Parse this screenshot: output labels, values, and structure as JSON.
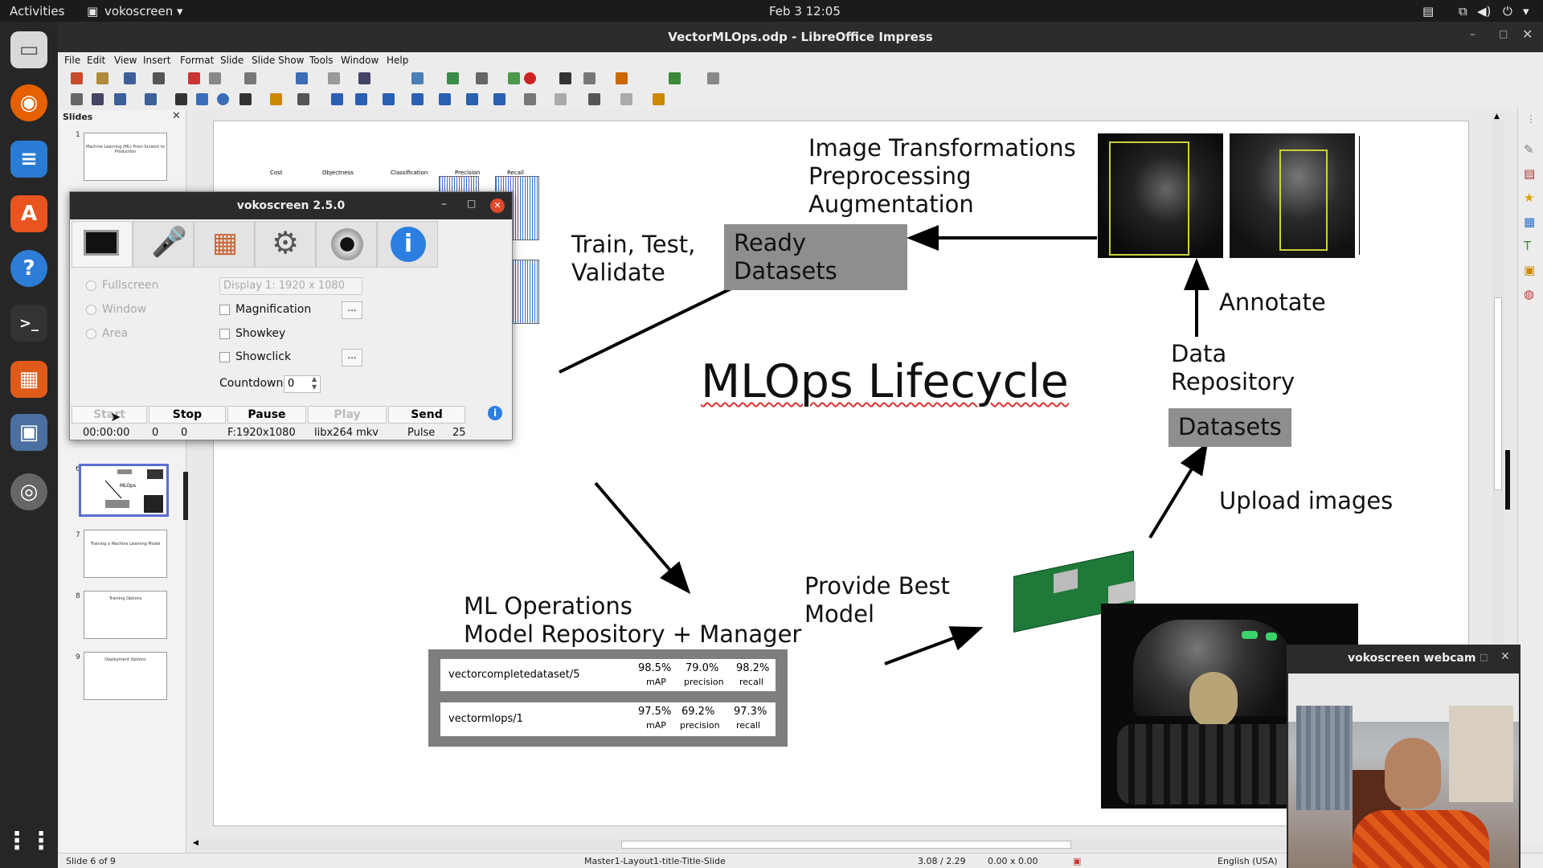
{
  "topbar": {
    "activities": "Activities",
    "app": "vokoscreen ▾",
    "clock": "Feb 3  12:05"
  },
  "window": {
    "title": "VectorMLOps.odp - LibreOffice Impress"
  },
  "menu": [
    "File",
    "Edit",
    "View",
    "Insert",
    "Format",
    "Slide",
    "Slide Show",
    "Tools",
    "Window",
    "Help"
  ],
  "slides_panel": {
    "title": "Slides",
    "thumbs": [
      {
        "num": "1",
        "text": "Machine Learning (ML) From Scratch to Production"
      },
      {
        "num": "6",
        "text": ""
      },
      {
        "num": "7",
        "text": "Training a Machine Learning Model"
      },
      {
        "num": "8",
        "text": "Training Options"
      },
      {
        "num": "9",
        "text": "Deployment Options"
      }
    ]
  },
  "slide": {
    "title": "MLOps Lifecycle",
    "transforms": [
      "Image Transformations",
      "Preprocessing",
      "Augmentation"
    ],
    "train": [
      "Train, Test,",
      "Validate"
    ],
    "ready": [
      "Ready",
      "Datasets"
    ],
    "annotate": "Annotate",
    "data_repo": [
      "Data",
      "Repository"
    ],
    "datasets": "Datasets",
    "upload": "Upload images",
    "provide": [
      "Provide Best",
      "Model"
    ],
    "mlops": [
      "ML Operations",
      "Model Repository + Manager"
    ],
    "mini_chart_titles": [
      "Cost",
      "Objectness",
      "Classification",
      "Precision",
      "Recall"
    ],
    "models": [
      {
        "name": "vectorcompletedataset/5",
        "map": "98.5%",
        "precision": "79.0%",
        "recall": "98.2%"
      },
      {
        "name": "vectormlops/1",
        "map": "97.5%",
        "precision": "69.2%",
        "recall": "97.3%"
      }
    ],
    "metric_labels": {
      "map": "mAP",
      "precision": "precision",
      "recall": "recall"
    }
  },
  "voko": {
    "title": "vokoscreen 2.5.0",
    "fullscreen": "Fullscreen",
    "window": "Window",
    "area": "Area",
    "display": "Display 1:  1920 x 1080",
    "magnification": "Magnification",
    "showkey": "Showkey",
    "showclick": "Showclick",
    "countdown": "Countdown",
    "countdown_val": "0",
    "more": "...",
    "buttons": {
      "start": "Start",
      "stop": "Stop",
      "pause": "Pause",
      "play": "Play",
      "send": "Send"
    },
    "status": {
      "time": "00:00:00",
      "a": "0",
      "b": "0",
      "frame": "F:1920x1080",
      "codec": "libx264  mkv",
      "pulse": "Pulse",
      "pulse_val": "25"
    }
  },
  "webcam": {
    "title": "vokoscreen webcam"
  },
  "status": {
    "slide": "Slide 6 of 9",
    "layout": "Master1-Layout1-title-Title-Slide",
    "pos": "3.08 / 2.29",
    "size": "0.00 x 0.00",
    "lang": "English (USA)"
  }
}
